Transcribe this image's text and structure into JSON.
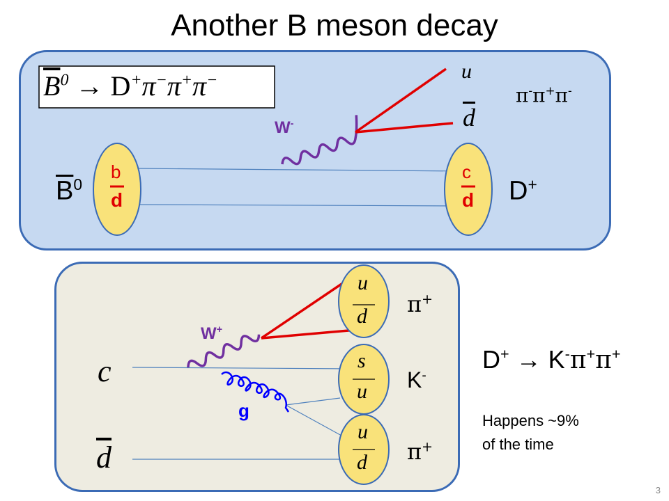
{
  "title": "Another B meson decay",
  "top_panel": {
    "formula": {
      "parts": [
        "B",
        "0",
        "→ D",
        "+",
        "π",
        "−",
        "π",
        "+",
        "π",
        "−"
      ]
    },
    "w_label": "W",
    "w_sign": "-",
    "quark_u": "u",
    "quark_dbar": "d",
    "final_state": [
      "π",
      "-",
      "π",
      "+",
      "π",
      "-"
    ],
    "left_meson": {
      "name": "B",
      "sup": "0",
      "quark_top": "b",
      "quark_bottom": "d"
    },
    "right_meson": {
      "name": "D",
      "sup": "+",
      "quark_top": "c",
      "quark_bottom": "d"
    }
  },
  "bottom_panel": {
    "w_label": "W",
    "w_sign": "+",
    "gluon_label": "g",
    "in_quark_top": "c",
    "in_quark_bottom": "d",
    "out_mesons": [
      {
        "q1": "u",
        "q2": "d",
        "label": "π",
        "sign": "+"
      },
      {
        "q1": "s",
        "q2": "u",
        "label": "K",
        "sign": "-"
      },
      {
        "q1": "u",
        "q2": "d",
        "label": "π",
        "sign": "+"
      }
    ]
  },
  "decay": {
    "lhs": "D",
    "lhs_sign": "+",
    "arrow": "→",
    "rhs": [
      "K",
      "-",
      "π",
      "+",
      "π",
      "+"
    ]
  },
  "note_line1": "Happens ~9%",
  "note_line2": "of the time",
  "slide_number": "3",
  "colors": {
    "top_panel_bg": "#c6d9f1",
    "bottom_panel_bg": "#eeece1",
    "panel_border": "#3b6bb5",
    "meson_fill": "#f9e27a",
    "meson_stroke": "#3b6bb5",
    "quark_red": "#e00000",
    "w_purple": "#7030a0",
    "gluon_blue": "#0000ff",
    "quark_line": "#4f81bd"
  }
}
